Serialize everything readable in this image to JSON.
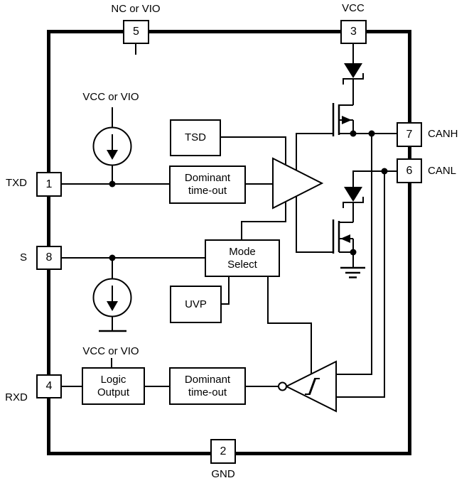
{
  "pins": {
    "nc_vio": {
      "number": "5",
      "label": "NC or VIO"
    },
    "vcc": {
      "number": "3",
      "label": "VCC"
    },
    "txd": {
      "number": "1",
      "label": "TXD"
    },
    "s": {
      "number": "8",
      "label": "S"
    },
    "rxd": {
      "number": "4",
      "label": "RXD"
    },
    "canh": {
      "number": "7",
      "label": "CANH"
    },
    "canl": {
      "number": "6",
      "label": "CANL"
    },
    "gnd": {
      "number": "2",
      "label": "GND"
    }
  },
  "blocks": {
    "tsd": [
      "TSD"
    ],
    "dominant_timeout_tx": [
      "Dominant",
      "time-out"
    ],
    "mode_select": [
      "Mode",
      "Select"
    ],
    "uvp": [
      "UVP"
    ],
    "logic_output": [
      "Logic",
      "Output"
    ],
    "dominant_timeout_rx": [
      "Dominant",
      "time-out"
    ]
  },
  "supply_labels": {
    "txd_pullup": "VCC or VIO",
    "logic_output_supply": "VCC or VIO"
  },
  "symbols": [
    "current-source",
    "zener-diode",
    "high-side-mosfet",
    "low-side-mosfet",
    "driver-amplifier",
    "schmitt-trigger-receiver",
    "ground",
    "junction-dot"
  ],
  "colors": {
    "line": "#000000",
    "background": "#ffffff",
    "text": "#000000"
  }
}
